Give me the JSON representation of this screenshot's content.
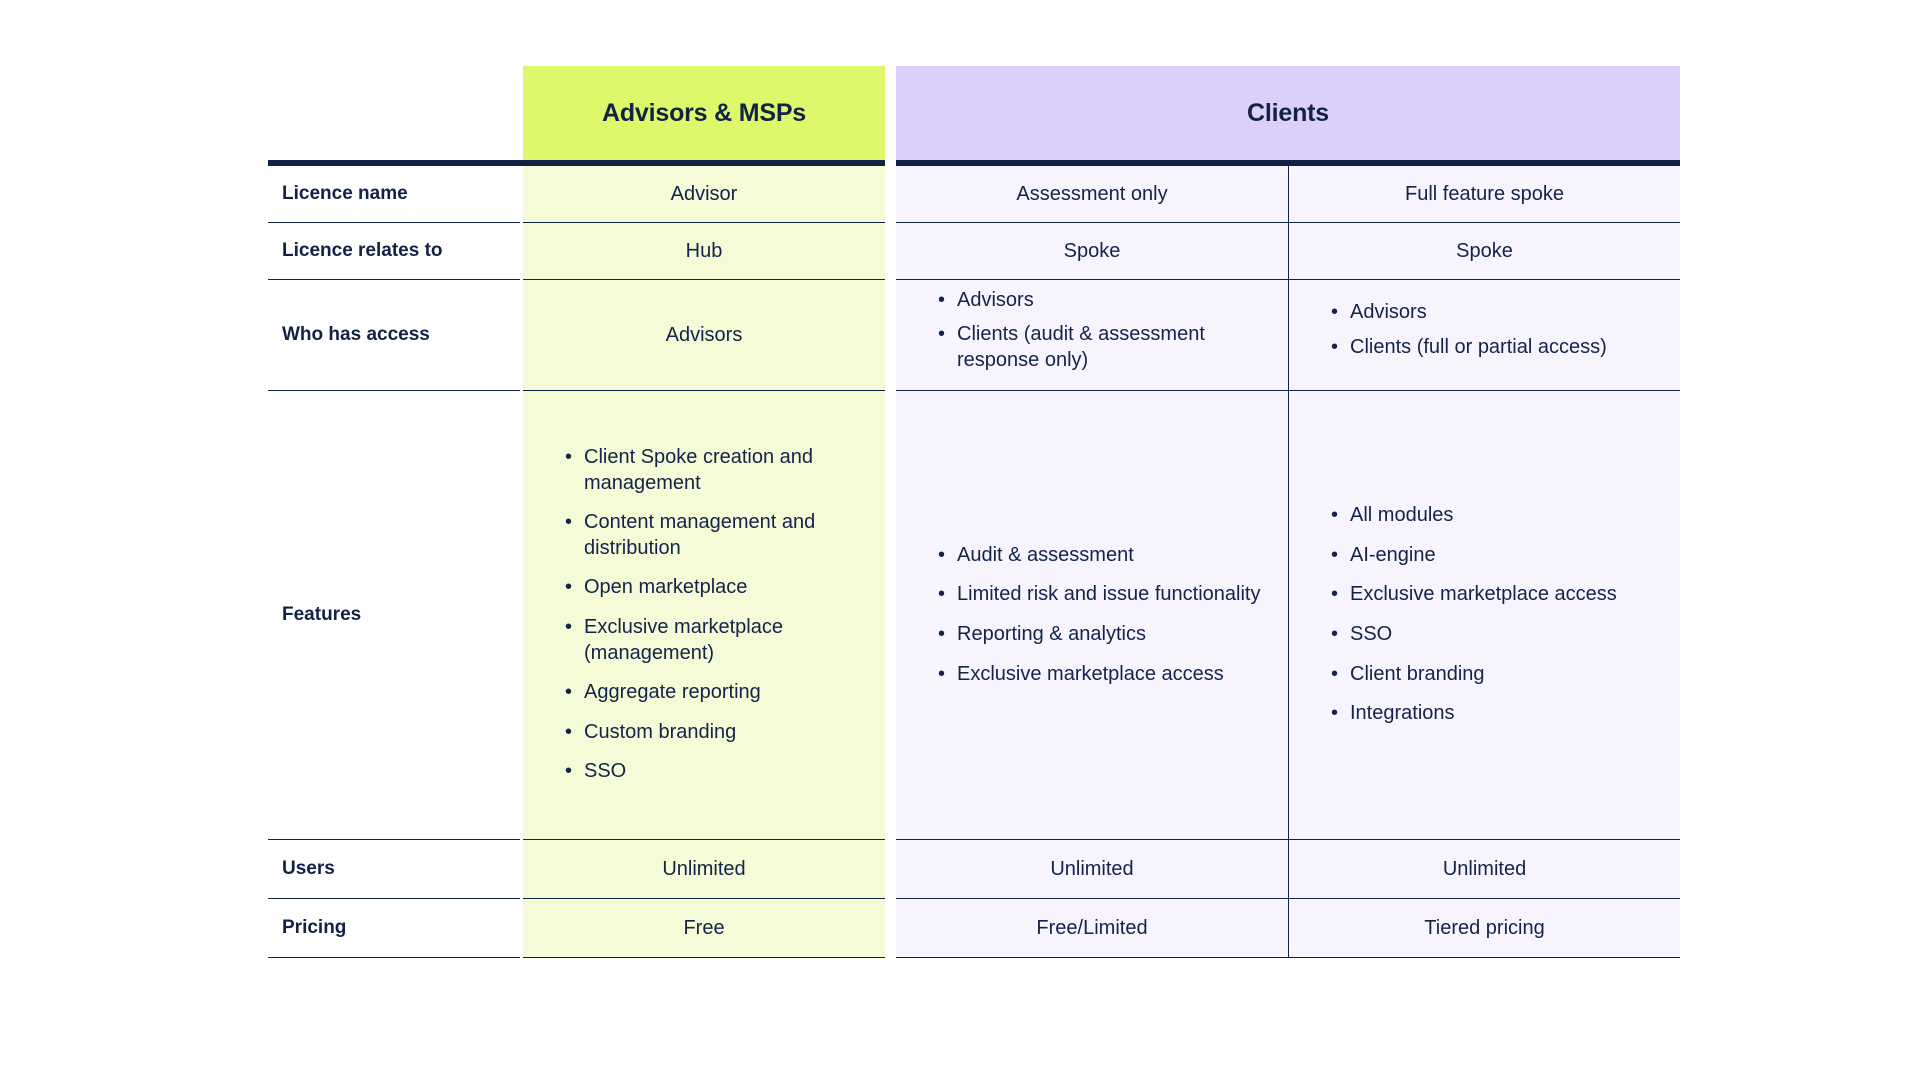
{
  "table": {
    "colors": {
      "advisor_header_bg": "#ddf96b",
      "clients_header_bg": "#dccffc",
      "advisor_cell_bg": "#f4fbd6",
      "clients_cell_bg": "#f7f4fe",
      "rule": "#122245",
      "text": "#122245",
      "page_bg": "#ffffff"
    },
    "headers": {
      "label_column": "",
      "advisors_msps": "Advisors & MSPs",
      "clients": "Clients"
    },
    "rows": [
      {
        "label": "Licence name",
        "advisor": {
          "type": "text",
          "value": "Advisor"
        },
        "client_assessment": {
          "type": "text",
          "value": "Assessment only"
        },
        "client_full": {
          "type": "text",
          "value": "Full feature spoke"
        }
      },
      {
        "label": "Licence relates to",
        "advisor": {
          "type": "text",
          "value": "Hub"
        },
        "client_assessment": {
          "type": "text",
          "value": "Spoke"
        },
        "client_full": {
          "type": "text",
          "value": "Spoke"
        }
      },
      {
        "label": "Who has access",
        "advisor": {
          "type": "text",
          "value": "Advisors"
        },
        "client_assessment": {
          "type": "list",
          "items": [
            "Advisors",
            "Clients (audit & assessment response only)"
          ]
        },
        "client_full": {
          "type": "list",
          "items": [
            "Advisors",
            "Clients (full or partial access)"
          ]
        }
      },
      {
        "label": "Features",
        "advisor": {
          "type": "list",
          "items": [
            "Client Spoke creation and management",
            "Content management and distribution",
            "Open marketplace",
            "Exclusive marketplace (management)",
            "Aggregate reporting",
            "Custom branding",
            "SSO"
          ]
        },
        "client_assessment": {
          "type": "list",
          "items": [
            "Audit & assessment",
            "Limited risk and issue functionality",
            "Reporting & analytics",
            "Exclusive marketplace access"
          ]
        },
        "client_full": {
          "type": "list",
          "items": [
            "All modules",
            "AI-engine",
            "Exclusive marketplace access",
            "SSO",
            "Client branding",
            "Integrations"
          ]
        }
      },
      {
        "label": "Users",
        "advisor": {
          "type": "text",
          "value": "Unlimited"
        },
        "client_assessment": {
          "type": "text",
          "value": "Unlimited"
        },
        "client_full": {
          "type": "text",
          "value": "Unlimited"
        }
      },
      {
        "label": "Pricing",
        "advisor": {
          "type": "text",
          "value": "Free"
        },
        "client_assessment": {
          "type": "text",
          "value": "Free/Limited"
        },
        "client_full": {
          "type": "text",
          "value": "Tiered pricing"
        }
      }
    ],
    "bullet_glyph": "•"
  }
}
